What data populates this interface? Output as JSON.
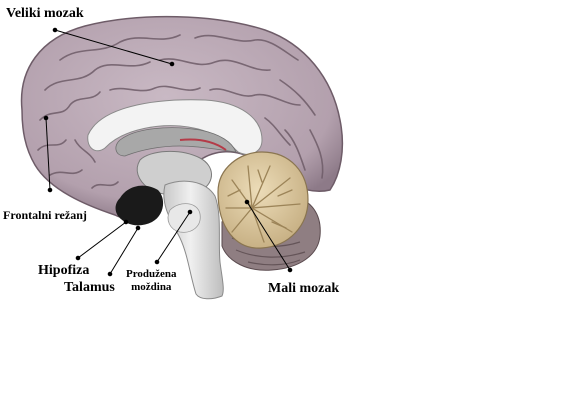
{
  "labels": {
    "veliki_mozak": "Veliki mozak",
    "frontalni_rezanj": "Frontalni režanj",
    "hipofiza": "Hipofiza",
    "talamus": "Talamus",
    "produzena_line1": "Produžena",
    "produzena_line2": "moždina",
    "mali_mozak": "Mali mozak"
  },
  "colors": {
    "cerebrum": "#b8a6b2",
    "cerebrum_dark": "#6e5c68",
    "cerebellum": "#d9c49a",
    "cerebellum_lower": "#8f7e82",
    "brainstem": "#dedede",
    "corpus_callosum": "#f2f2f2",
    "ventricle": "#9d9d9d",
    "hypothalamus": "#1a1a1a",
    "leader_line": "#000000"
  }
}
